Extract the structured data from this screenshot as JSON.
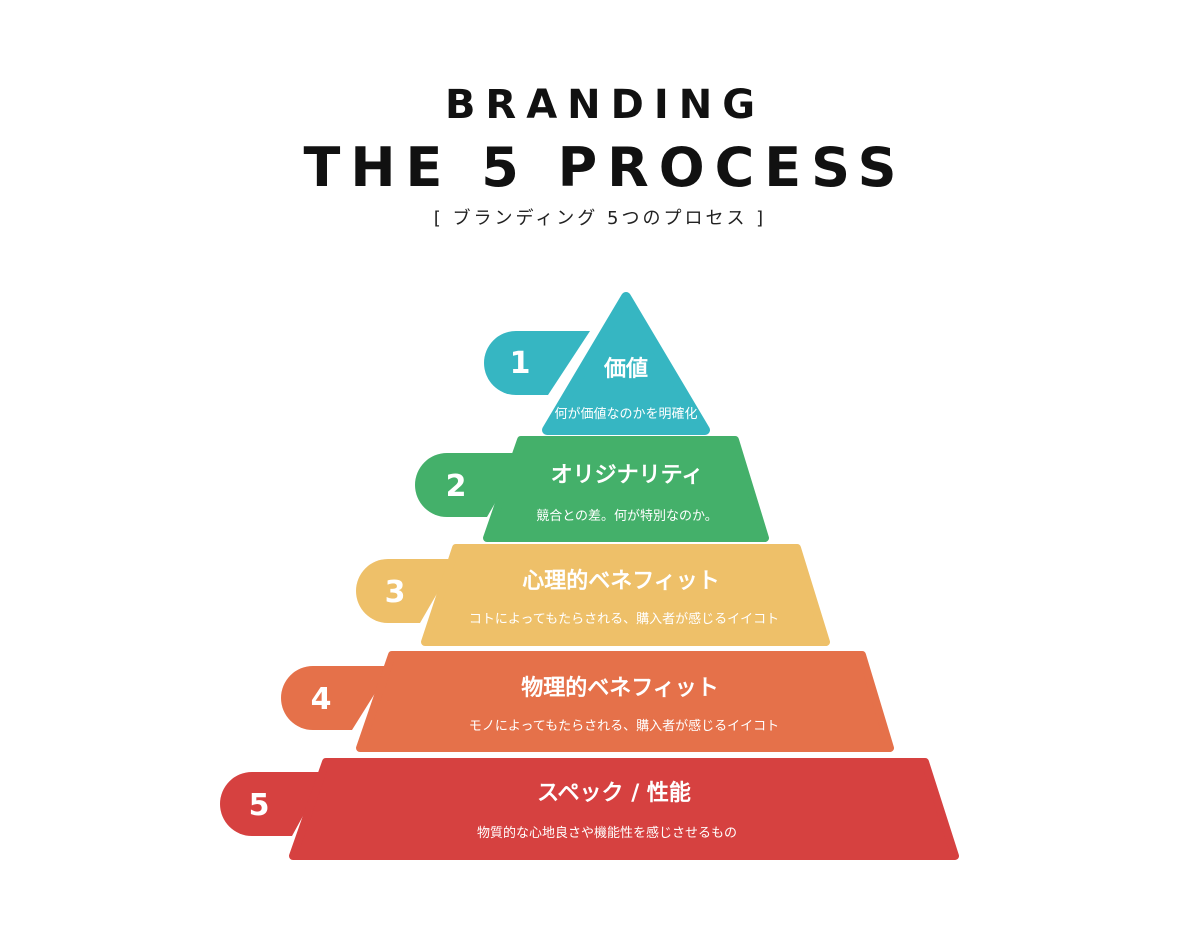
{
  "header": {
    "title_line1": "BRANDING",
    "title_line2": "THE 5 PROCESS",
    "subtitle": "[ ブランディング 5つのプロセス ]"
  },
  "levels": [
    {
      "number": "1",
      "title": "価値",
      "description": "何が価値なのかを明確化",
      "color": "#36B6C2"
    },
    {
      "number": "2",
      "title": "オリジナリティ",
      "description": "競合との差。何が特別なのか。",
      "color": "#44B06A"
    },
    {
      "number": "3",
      "title": "心理的ベネフィット",
      "description": "コトによってもたらされる、購入者が感じるイイコト",
      "color": "#EEC069"
    },
    {
      "number": "4",
      "title": "物理的ベネフィット",
      "description": "モノによってもたらされる、購入者が感じるイイコト",
      "color": "#E5714A"
    },
    {
      "number": "5",
      "title": "スペック / 性能",
      "description": "物質的な心地良さや機能性を感じさせるもの",
      "color": "#D64140"
    }
  ]
}
